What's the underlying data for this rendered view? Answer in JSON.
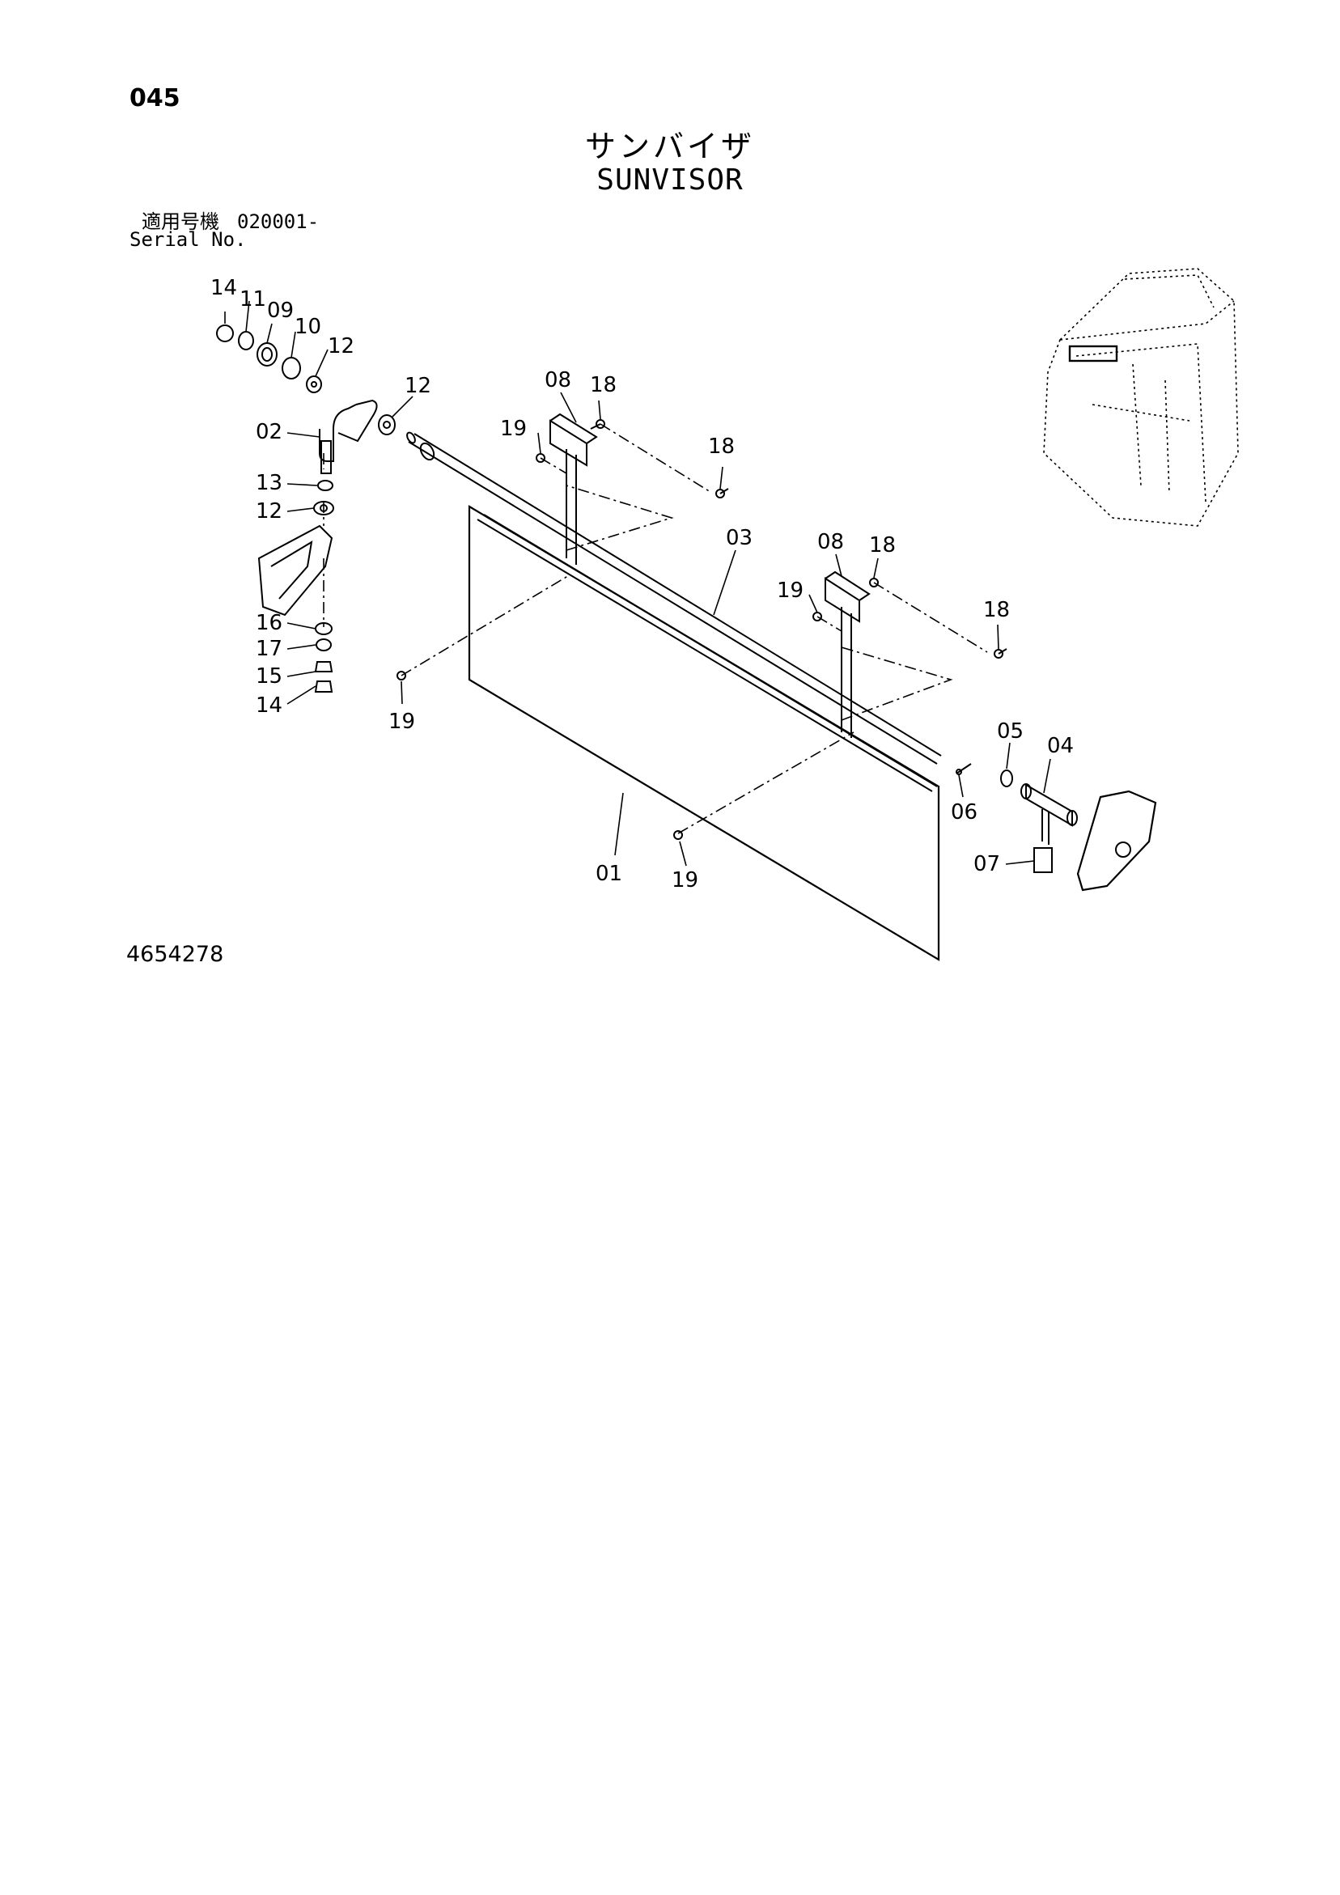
{
  "header": {
    "page_number": "045",
    "title_jp": "サンバイザ",
    "title_en": "SUNVISOR",
    "serial_label_jp": "適用号機",
    "serial_value": "020001-",
    "serial_label_en": "Serial No."
  },
  "footer": {
    "drawing_number": "4654278"
  },
  "callouts": [
    "14",
    "11",
    "09",
    "10",
    "12",
    "12",
    "02",
    "13",
    "12",
    "16",
    "17",
    "15",
    "14",
    "08",
    "18",
    "19",
    "18",
    "03",
    "08",
    "18",
    "19",
    "18",
    "19",
    "05",
    "04",
    "06",
    "07",
    "01",
    "19"
  ]
}
